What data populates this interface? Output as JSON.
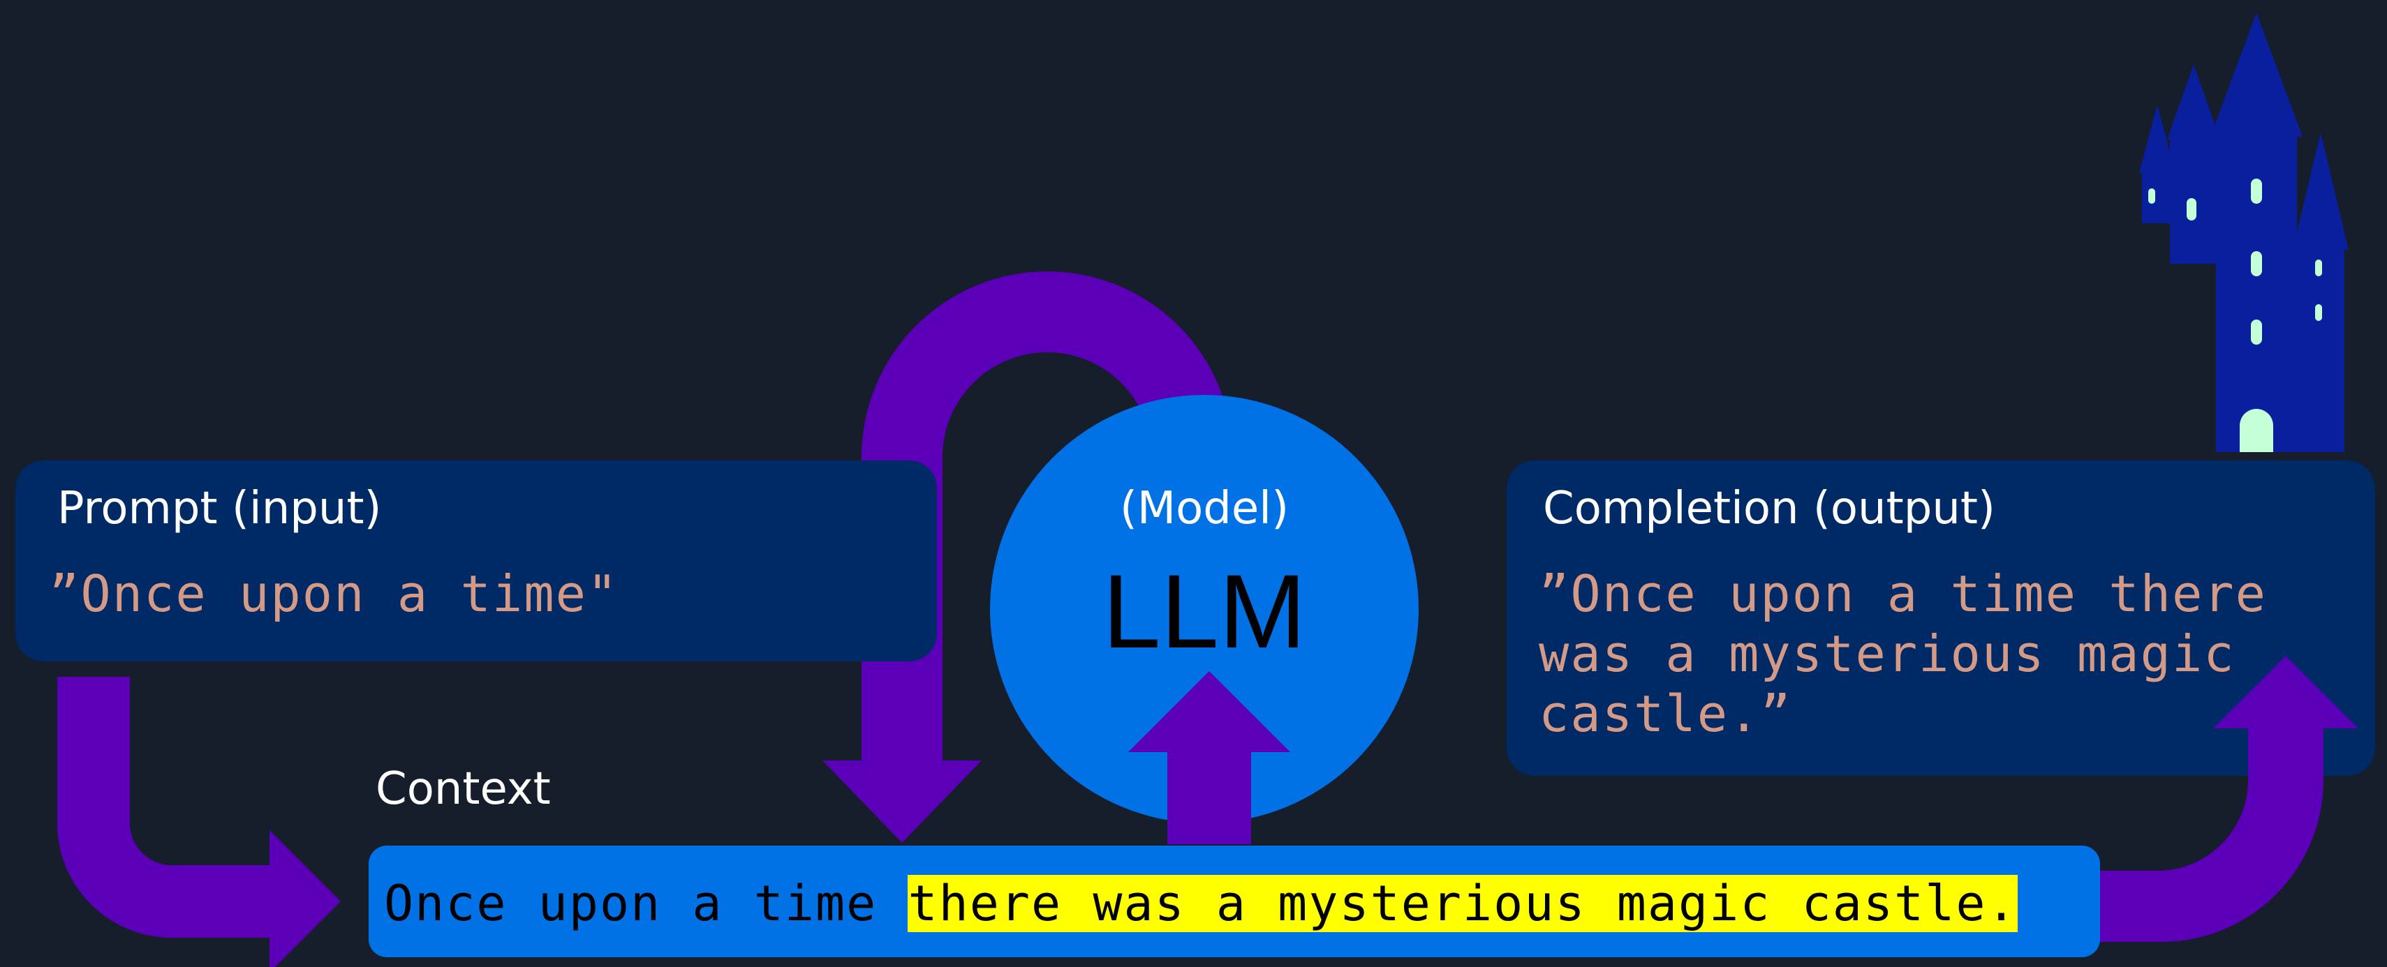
{
  "prompt": {
    "title": "Prompt (input)",
    "text": "”Once upon a time\""
  },
  "model": {
    "sublabel": "(Model)",
    "label": "LLM"
  },
  "completion": {
    "title": "Completion (output)",
    "text": "”Once upon a time there was a mysterious magic castle.”"
  },
  "context": {
    "title": "Context",
    "text_plain": "Once upon a time ",
    "text_highlighted": "there was a mysterious magic castle."
  },
  "colors": {
    "background": "#161d2b",
    "panel": "#002a66",
    "model_circle": "#0072e5",
    "context_bar": "#0072e5",
    "arrow": "#5b00b8",
    "quoted_text": "#d49a85",
    "highlight": "#ffff00",
    "castle": "#0a1f9e",
    "castle_windows": "#c4ffd8"
  },
  "icons": [
    "castle-icon"
  ]
}
